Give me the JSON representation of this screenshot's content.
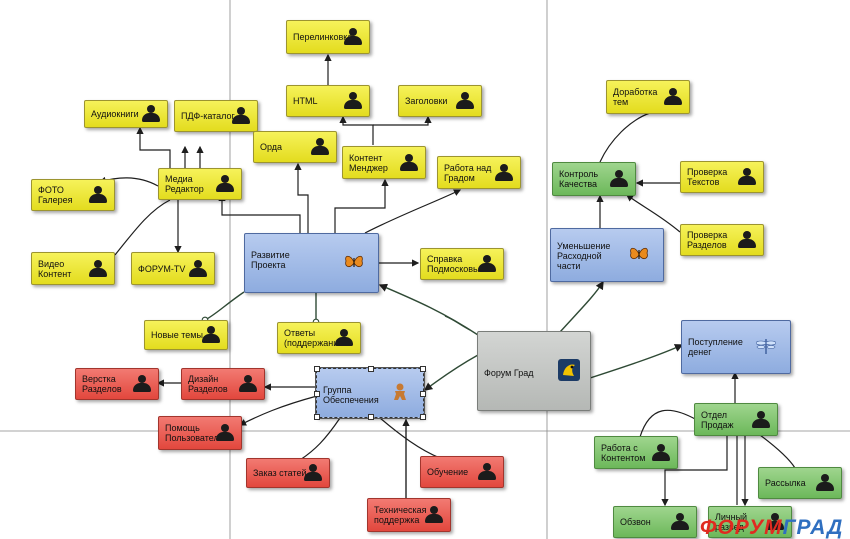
{
  "nodes": {
    "perelinkovka": "Перелинковка",
    "html": "HTML",
    "zagolovki": "Заголовки",
    "audioknigi": "Аудиокниги",
    "pdf_katalog": "ПДФ-каталог",
    "orda": "Орда",
    "kontent_menedzher": "Контент\nМенджер",
    "rabota_nad_gradom": "Работа над\nГрадом",
    "media_redaktor": "Медиа\nРедактор",
    "foto_galereya": "ФОТО\nГалерея",
    "video_kontent": "Видео\nКонтент",
    "forum_tv": "ФОРУМ-TV",
    "razvitie_proekta": "Развитие\nПроекта",
    "spravka_podmoskovya": "Справка\nПодмосковья",
    "novye_temy": "Новые темы",
    "otvety": "Ответы\n(поддержание",
    "forum_grad": "Форум Град",
    "gruppa_obespecheniya": "Группа\nОбеспечения",
    "verstka_razdelov": "Верстка\nРазделов",
    "dizayn_razdelov": "Дизайн\nРазделов",
    "pomoshch_polzovatelyu": "Помощь\nПользователю",
    "zakaz_statey": "Заказ статей",
    "obuchenie": "Обучение",
    "tekhnicheskaya_podderzhka": "Техническая\nподдержка",
    "dorabotka_tem": "Доработка\nтем",
    "kontrol_kachestva": "Контроль\nКачества",
    "proverka_tekstov": "Проверка\nТекстов",
    "proverka_razdelov": "Проверка\nРазделов",
    "umenshenie_raskhodnoy_chasti": "Уменьшение\nРасходной\nчасти",
    "postuplenie_deneg": "Поступление\nденег",
    "otdel_prodazh": "Отдел\nПродаж",
    "rabota_s_kontentom": "Работа с\nКонтентом",
    "rassylka": "Рассылка",
    "obzvon": "Обзвон",
    "lichnyy_razvedchik": "Личный развед"
  },
  "watermark": {
    "part1": "ФОРУМ",
    "part2": "ГРАД"
  },
  "colors": {
    "yellow": "#e9e232",
    "green": "#7cc36a",
    "red": "#e8544a",
    "blue": "#9db8e6",
    "gray": "#c0c2c0",
    "connector": "#2f4a35"
  },
  "icons": {
    "person": "person-icon",
    "butterfly": "butterfly-icon",
    "gingerbread": "gingerbread-man-icon",
    "dragonfly": "dragonfly-icon",
    "parrot": "parrot-icon"
  }
}
